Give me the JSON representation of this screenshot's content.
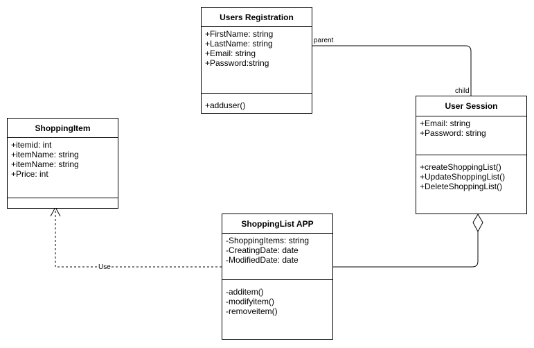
{
  "classes": {
    "users_registration": {
      "name": "Users Registration",
      "attributes": [
        "+FirstName: string",
        "+LastName: string",
        "+Email: string",
        "+Password:string"
      ],
      "operations": [
        "+adduser()"
      ]
    },
    "user_session": {
      "name": "User Session",
      "attributes": [
        "+Email: string",
        "+Password: string"
      ],
      "operations": [
        "+createShoppingList()",
        "+UpdateShoppingList()",
        "+DeleteShoppingList()"
      ]
    },
    "shopping_item": {
      "name": "ShoppingItem",
      "attributes": [
        "+itemid: int",
        "+itemName: string",
        "+itemName: string",
        "+Price: int"
      ],
      "operations": []
    },
    "shopping_list_app": {
      "name": "ShoppingList APP",
      "attributes": [
        "-ShoppingItems: string",
        "-CreatingDate: date",
        "-ModifiedDate: date"
      ],
      "operations": [
        "-additem()",
        "-modifyitem()",
        "-removeitem()"
      ]
    }
  },
  "edges": {
    "registration_session": {
      "source_label": "parent",
      "target_label": "child"
    },
    "app_uses_item": {
      "label": "Use"
    }
  },
  "colors": {
    "line": "#000000",
    "background": "#ffffff"
  }
}
